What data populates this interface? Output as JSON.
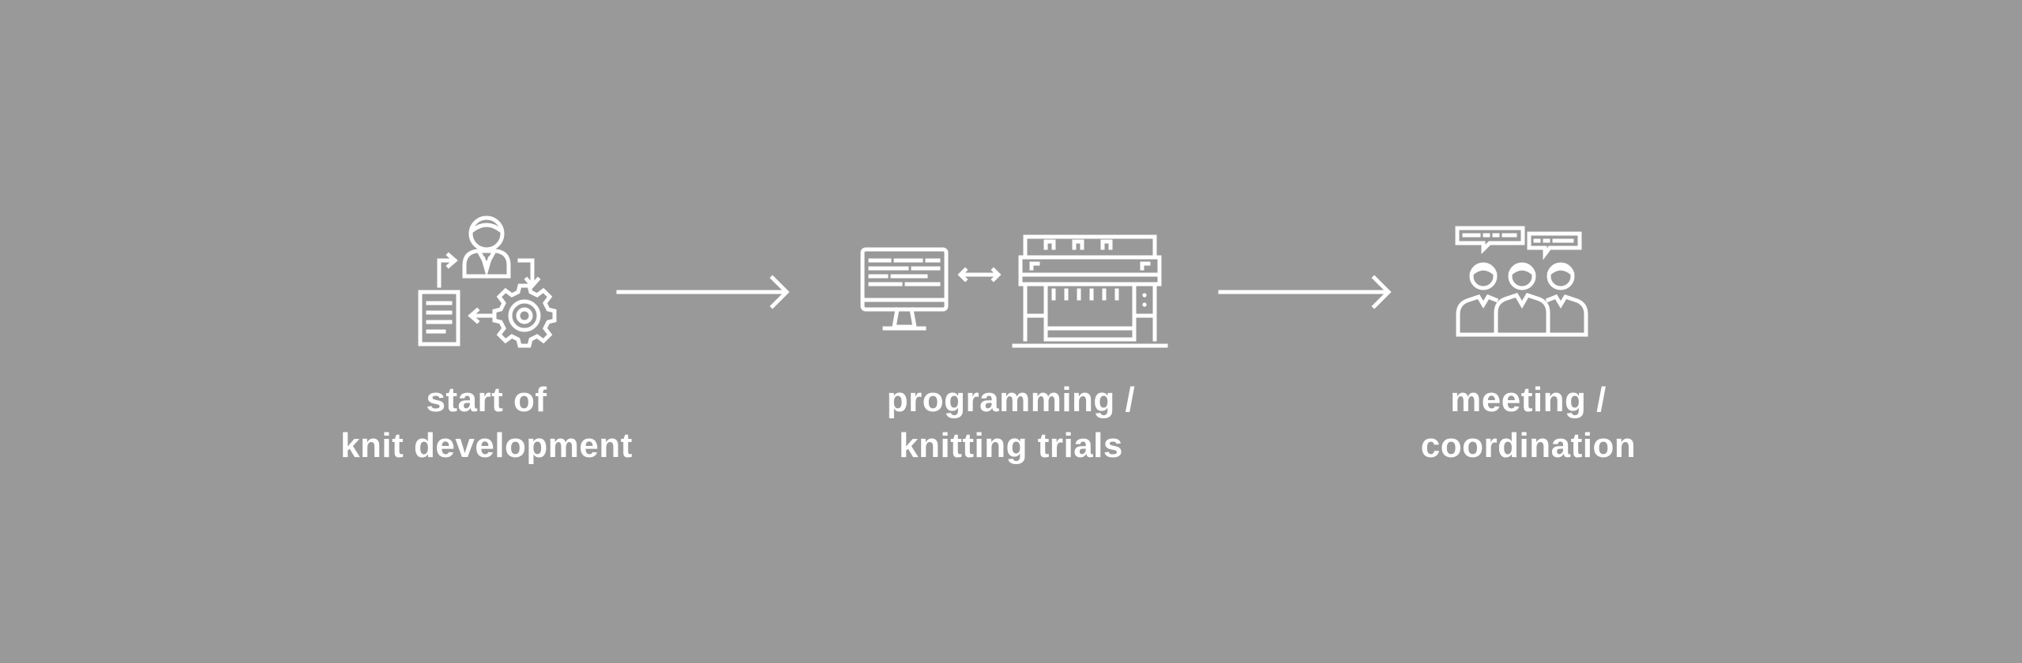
{
  "colors": {
    "background": "#999999",
    "foreground": "#ffffff"
  },
  "steps": [
    {
      "icon": "developer-process-icon",
      "label_lines": [
        "start of",
        "knit development"
      ]
    },
    {
      "icon": "computer-knitting-machine-icon",
      "label_lines": [
        "programming /",
        "knitting trials"
      ]
    },
    {
      "icon": "team-meeting-icon",
      "label_lines": [
        "meeting /",
        "coordination"
      ]
    }
  ],
  "connectors": [
    "arrow-right-icon",
    "arrow-right-icon"
  ]
}
